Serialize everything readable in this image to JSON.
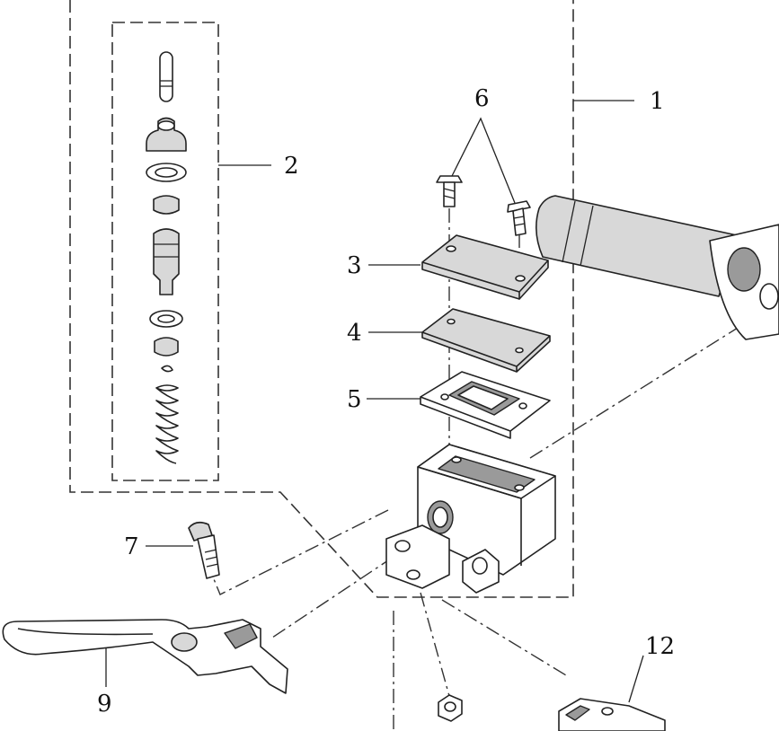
{
  "labels": {
    "n1": "1",
    "n2": "2",
    "n3": "3",
    "n4": "4",
    "n5": "5",
    "n6": "6",
    "n7": "7",
    "n9": "9",
    "n12": "12"
  }
}
